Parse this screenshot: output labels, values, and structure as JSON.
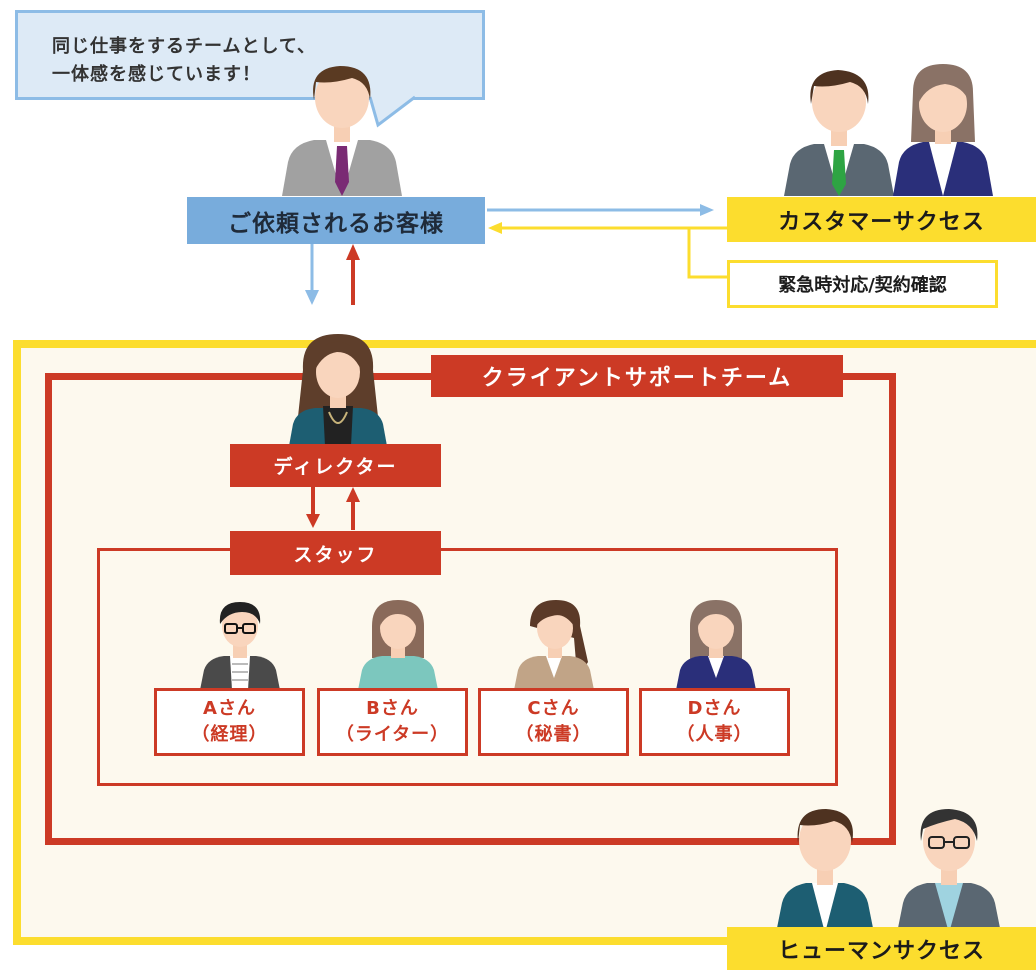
{
  "speech": {
    "line1": "同じ仕事をするチームとして、",
    "line2": "一体感を感じています！"
  },
  "client_label": "ご依頼されるお客様",
  "customer_success_label": "カスタマーサクセス",
  "emergency_label": "緊急時対応/契約確認",
  "client_support_team_label": "クライアントサポートチーム",
  "director_label": "ディレクター",
  "staff_label": "スタッフ",
  "staff_members": [
    {
      "name": "Aさん",
      "role": "（経理）"
    },
    {
      "name": "Bさん",
      "role": "（ライター）"
    },
    {
      "name": "Cさん",
      "role": "（秘書）"
    },
    {
      "name": "Dさん",
      "role": "（人事）"
    }
  ],
  "human_success_label": "ヒューマンサクセス",
  "colors": {
    "blue": "#78acdc",
    "light_blue_bg": "#ddeaf6",
    "yellow": "#fcdd2e",
    "red": "#cc3a25",
    "cream": "#fdf9ee"
  }
}
